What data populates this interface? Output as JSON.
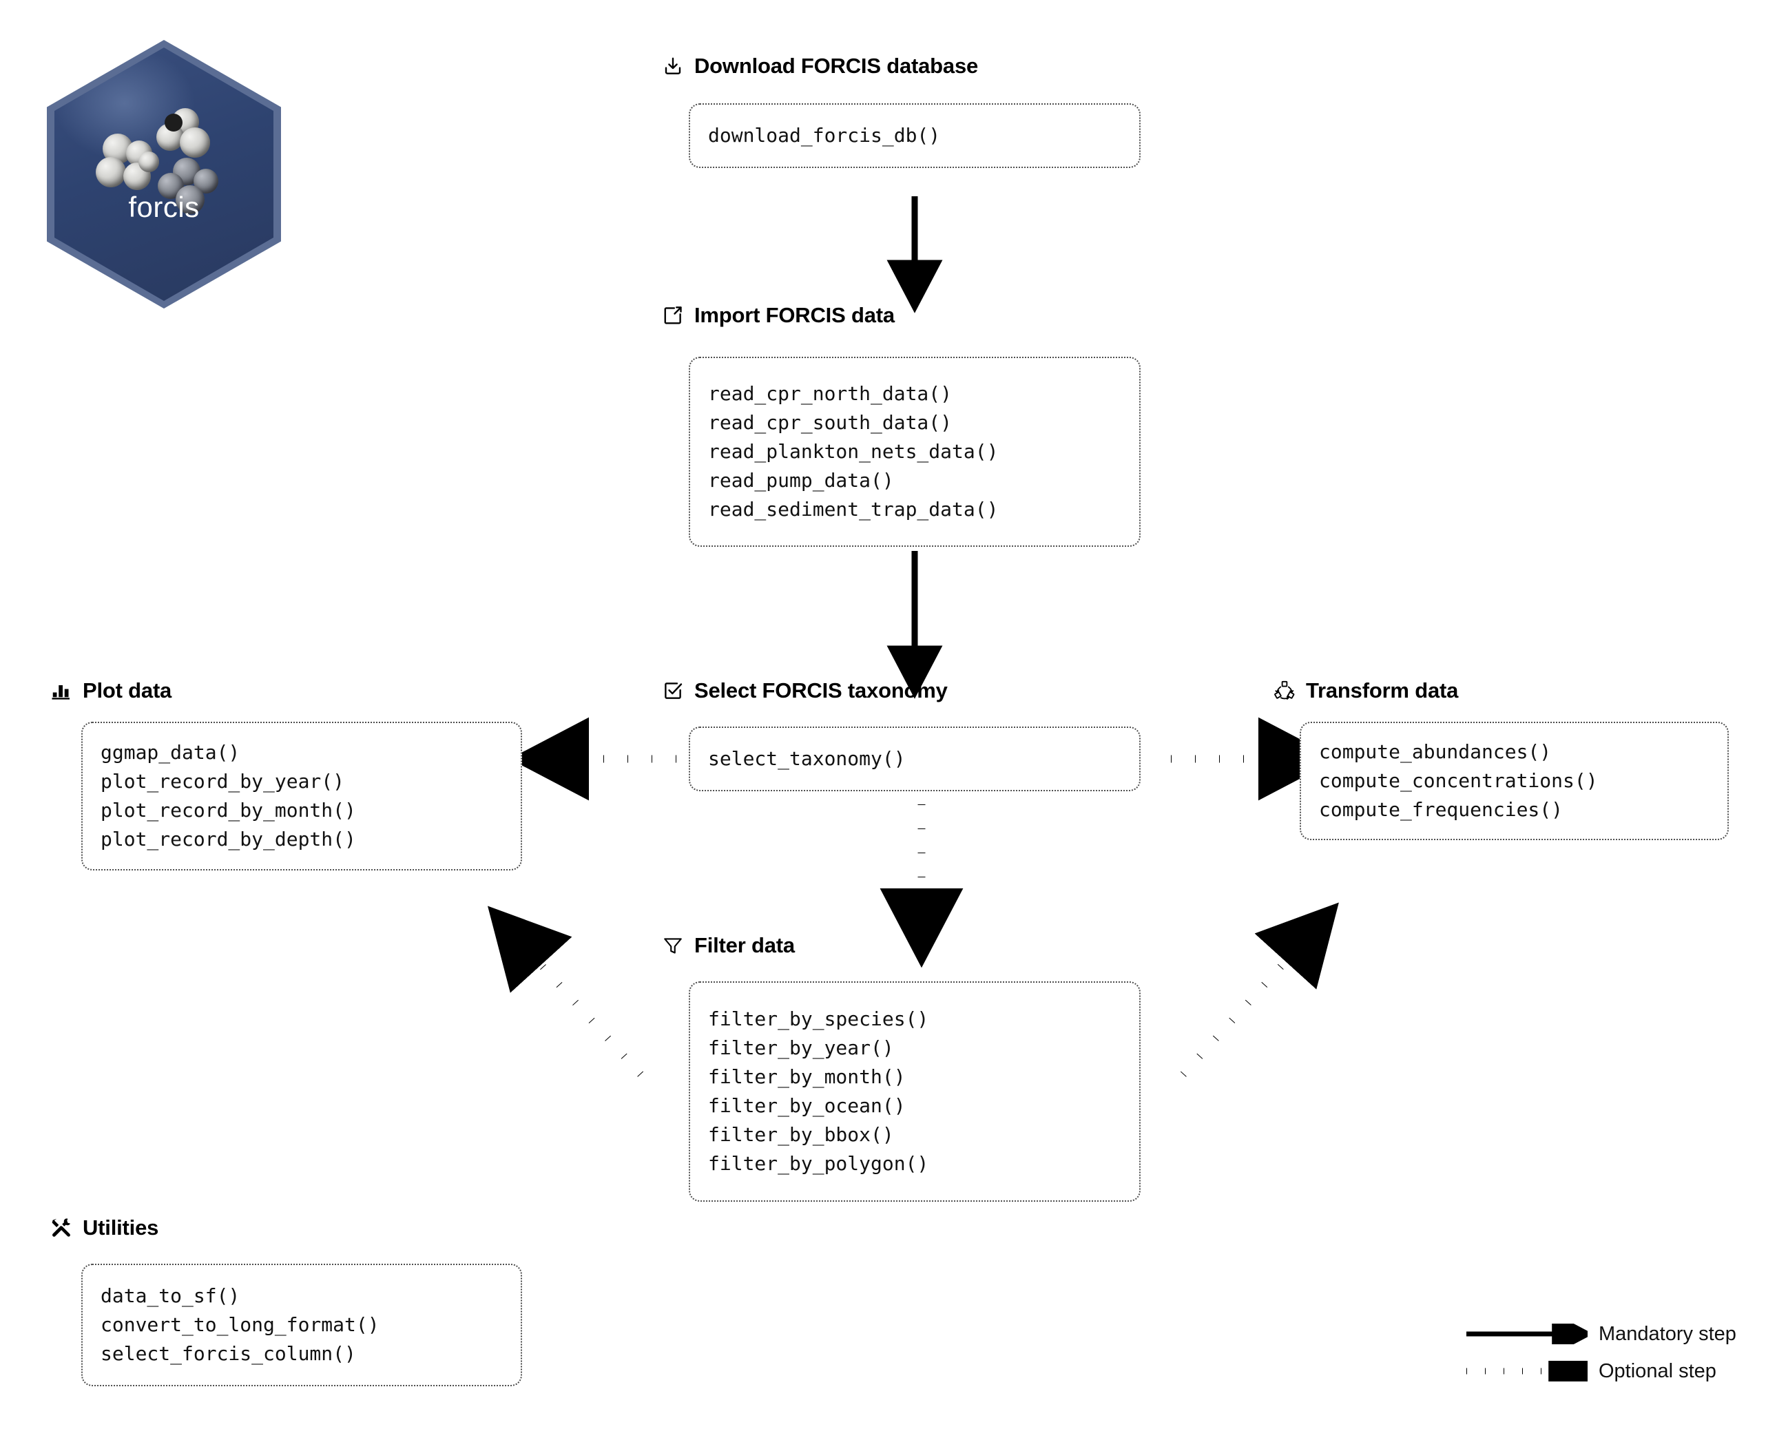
{
  "logo": {
    "name": "forcis",
    "url": "https://frbcesab.github.io/forcis",
    "colors": {
      "hex_fill": "#2e4370",
      "hex_border": "#5b6d94",
      "label_color": "#ffffff"
    }
  },
  "sections": [
    {
      "id": "download",
      "icon": "download-icon",
      "title": "Download FORCIS database",
      "functions": [
        "download_forcis_db()"
      ]
    },
    {
      "id": "import",
      "icon": "external-link-icon",
      "title": "Import FORCIS data",
      "functions": [
        "read_cpr_north_data()",
        "read_cpr_south_data()",
        "read_plankton_nets_data()",
        "read_pump_data()",
        "read_sediment_trap_data()"
      ]
    },
    {
      "id": "taxonomy",
      "icon": "checkbox-checked-icon",
      "title": "Select FORCIS taxonomy",
      "functions": [
        "select_taxonomy()"
      ]
    },
    {
      "id": "plot",
      "icon": "bar-chart-icon",
      "title": "Plot data",
      "functions": [
        "ggmap_data()",
        "plot_record_by_year()",
        "plot_record_by_month()",
        "plot_record_by_depth()"
      ]
    },
    {
      "id": "transform",
      "icon": "shuffle-icon",
      "title": "Transform data",
      "functions": [
        "compute_abundances()",
        "compute_concentrations()",
        "compute_frequencies()"
      ]
    },
    {
      "id": "filter",
      "icon": "funnel-icon",
      "title": "Filter data",
      "functions": [
        "filter_by_species()",
        "filter_by_year()",
        "filter_by_month()",
        "filter_by_ocean()",
        "filter_by_bbox()",
        "filter_by_polygon()"
      ]
    },
    {
      "id": "utilities",
      "icon": "tools-icon",
      "title": "Utilities",
      "functions": [
        "data_to_sf()",
        "convert_to_long_format()",
        "select_forcis_column()"
      ]
    }
  ],
  "legend": {
    "mandatory_label": "Mandatory step",
    "optional_label": "Optional step"
  },
  "colors": {
    "arrow": "#000000",
    "box_border": "#4d4d4d",
    "text": "#000000",
    "background": "#ffffff"
  }
}
